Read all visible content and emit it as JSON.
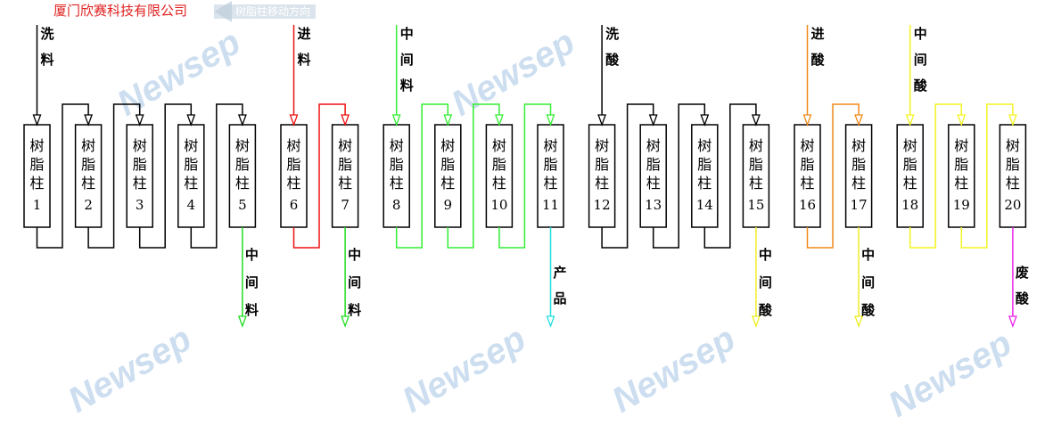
{
  "column_label": "树脂柱",
  "columns": [
    1,
    2,
    3,
    4,
    5,
    6,
    7,
    8,
    9,
    10,
    11,
    12,
    13,
    14,
    15,
    16,
    17,
    18,
    19,
    20
  ],
  "groups": [
    {
      "from": 1,
      "to": 5,
      "color": "#000000",
      "inlet": "洗料",
      "outlet": "中间料",
      "outlet_color": "#22dd22"
    },
    {
      "from": 6,
      "to": 7,
      "color": "#ee1111",
      "inlet": "进料",
      "outlet": "中间料",
      "outlet_color": "#22dd22"
    },
    {
      "from": 8,
      "to": 11,
      "color": "#33ee33",
      "inlet": "中间料",
      "outlet": "产品",
      "outlet_color": "#22dddd"
    },
    {
      "from": 12,
      "to": 15,
      "color": "#000000",
      "inlet": "洗酸",
      "outlet": "中间酸",
      "outlet_color": "#eeee22"
    },
    {
      "from": 16,
      "to": 17,
      "color": "#f08a1a",
      "inlet": "进酸",
      "outlet": "中间酸",
      "outlet_color": "#eeee22"
    },
    {
      "from": 18,
      "to": 20,
      "color": "#f4f422",
      "inlet": "中间酸",
      "outlet": "废酸",
      "outlet_color": "#ee22ee"
    }
  ],
  "watermark": {
    "brand": "Newsep",
    "company": "厦门欣赛科技有限公司",
    "direction": "树脂柱移动方向"
  }
}
